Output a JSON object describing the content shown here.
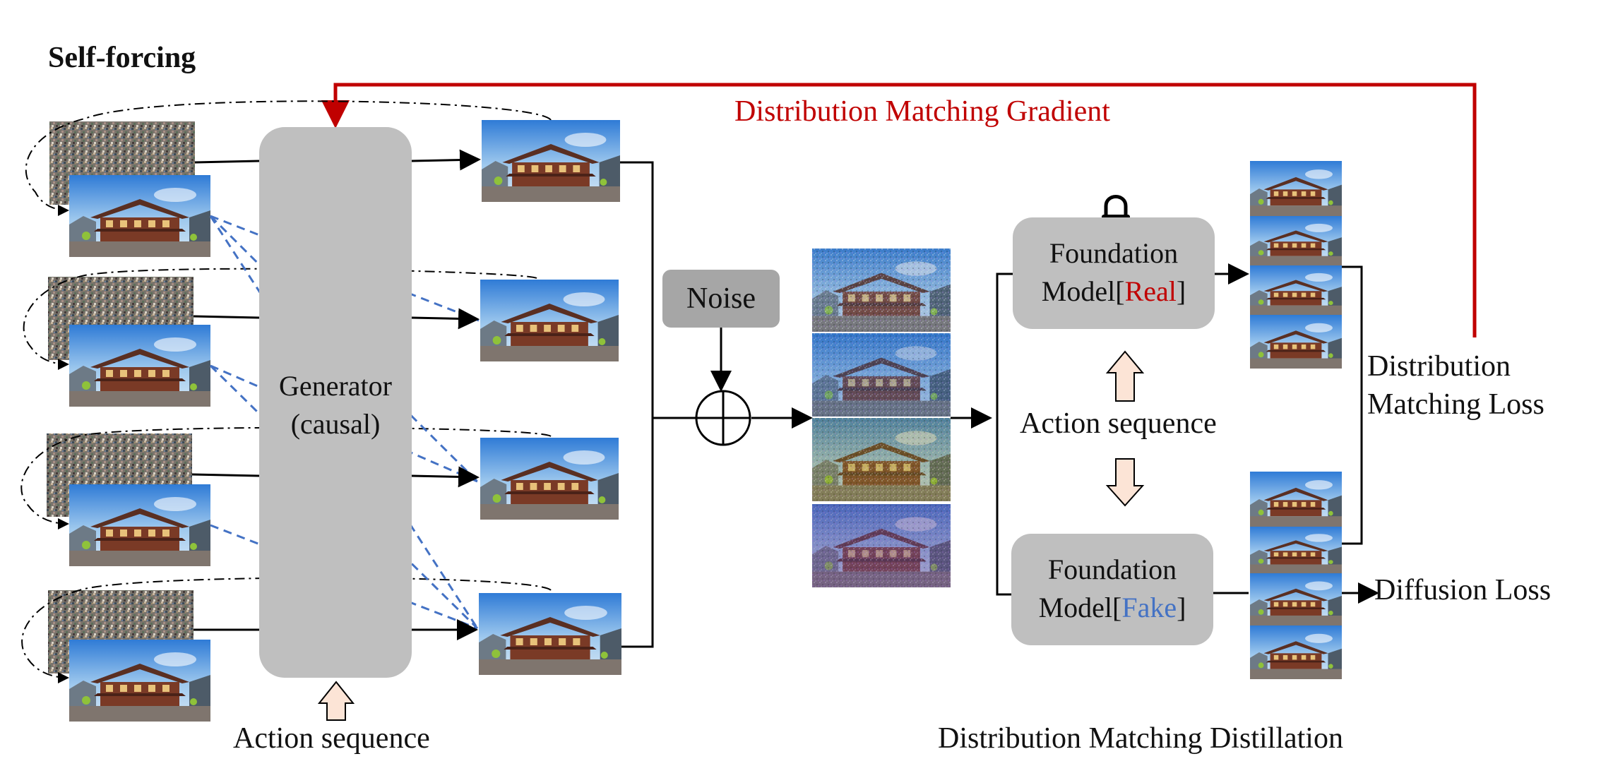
{
  "title": "Self-forcing",
  "gradient_label": "Distribution Matching Gradient",
  "generator": {
    "line1": "Generator",
    "line2": "(causal)"
  },
  "noise_label": "Noise",
  "foundation_real": {
    "line1": "Foundation",
    "prefix": "Model[",
    "tag": "Real",
    "suffix": "]"
  },
  "foundation_fake": {
    "line1": "Foundation",
    "prefix": "Model[",
    "tag": "Fake",
    "suffix": "]"
  },
  "action_sequence_generator": "Action sequence",
  "action_sequence_middle": "Action sequence",
  "dm_loss": {
    "line1": "Distribution",
    "line2": "Matching Loss"
  },
  "diffusion_loss": "Diffusion Loss",
  "dmd_label": "Distribution Matching Distillation",
  "colors": {
    "gradient": "#c00000",
    "real": "#c00000",
    "fake": "#4472c4",
    "box_gray": "#bfbfbf",
    "noise_gray": "#a6a6a6",
    "dash_blue": "#4472c4",
    "arrow_fill": "#fce4d6"
  }
}
